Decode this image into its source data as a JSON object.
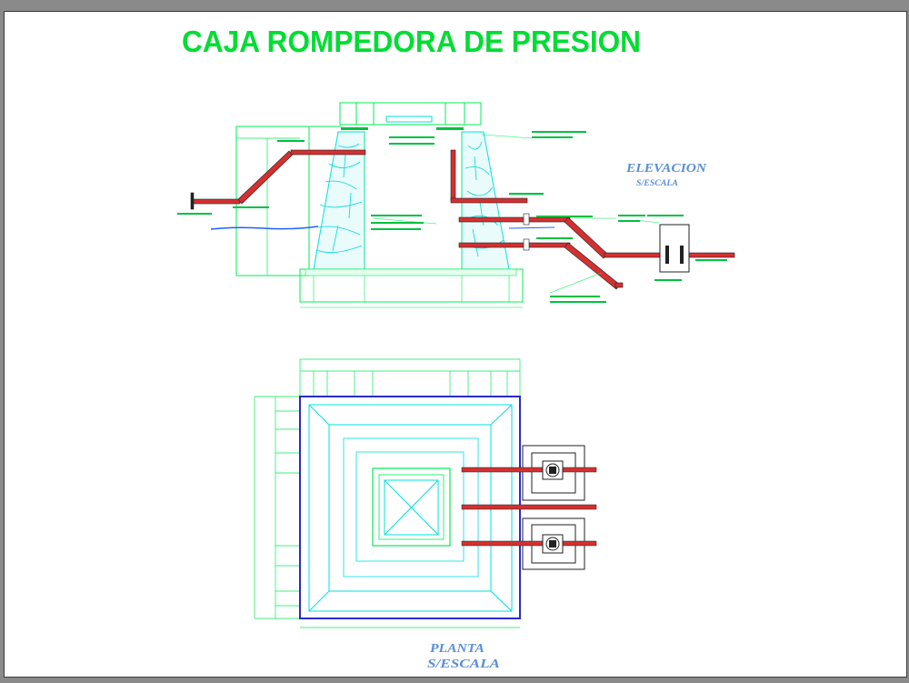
{
  "title": "CAJA ROMPEDORA DE PRESION",
  "elevation": {
    "label": "ELEVACION",
    "scale": "S/ESCALA"
  },
  "plan": {
    "label": "PLANTA",
    "scale": "S/ESCALA"
  },
  "colors": {
    "title": "#00dd33",
    "outline": "#00ee55",
    "wall": "#00e0e0",
    "pipe": "#d43030",
    "plan_border": "#2a2acf",
    "label": "#5b8fd6",
    "water": "#2060ff"
  }
}
